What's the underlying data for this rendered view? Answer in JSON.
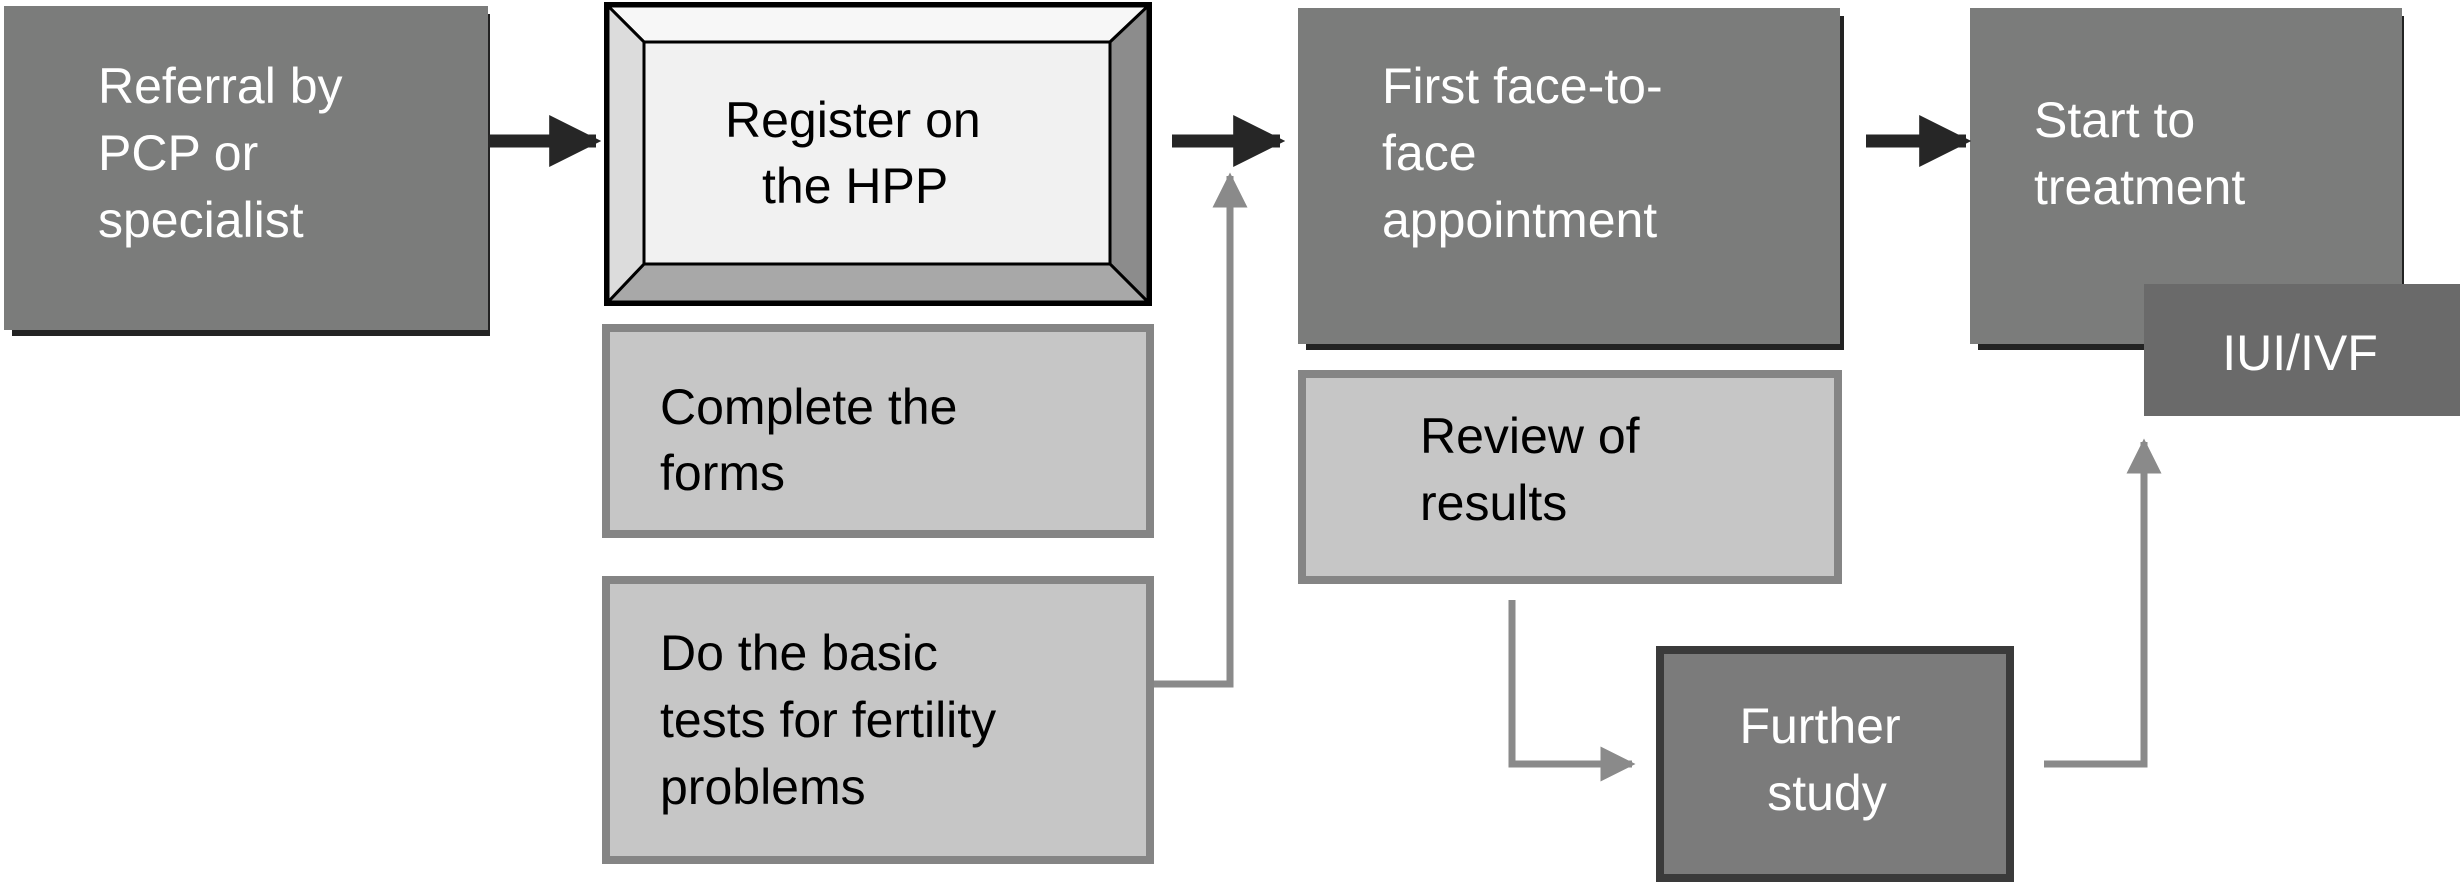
{
  "diagram": {
    "steps": {
      "referral": {
        "lines": [
          "Referral by",
          "PCP or",
          "specialist"
        ]
      },
      "register": {
        "lines": [
          "Register on",
          "the HPP"
        ]
      },
      "forms": {
        "lines": [
          "Complete the",
          "forms"
        ]
      },
      "tests": {
        "lines": [
          "Do the basic",
          "tests for fertility",
          "problems"
        ]
      },
      "appointment": {
        "lines": [
          "First face-to-",
          "face",
          "appointment"
        ]
      },
      "review": {
        "lines": [
          "Review of",
          "results"
        ]
      },
      "further": {
        "lines": [
          "Further",
          "study"
        ]
      },
      "treatment": {
        "lines": [
          "Start to",
          "treatment"
        ]
      },
      "iui": {
        "lines": [
          "IUI/IVF"
        ]
      }
    },
    "colors": {
      "dark_box": "#7b7c7b",
      "darker_box": "#6a6a6a",
      "light_box": "#c6c6c6",
      "light_border": "#858585",
      "further_box": "#7b7b7b",
      "further_border": "#3a3a3a",
      "arrow_dark": "#262626",
      "arrow_gray": "#8a8a8a"
    }
  }
}
